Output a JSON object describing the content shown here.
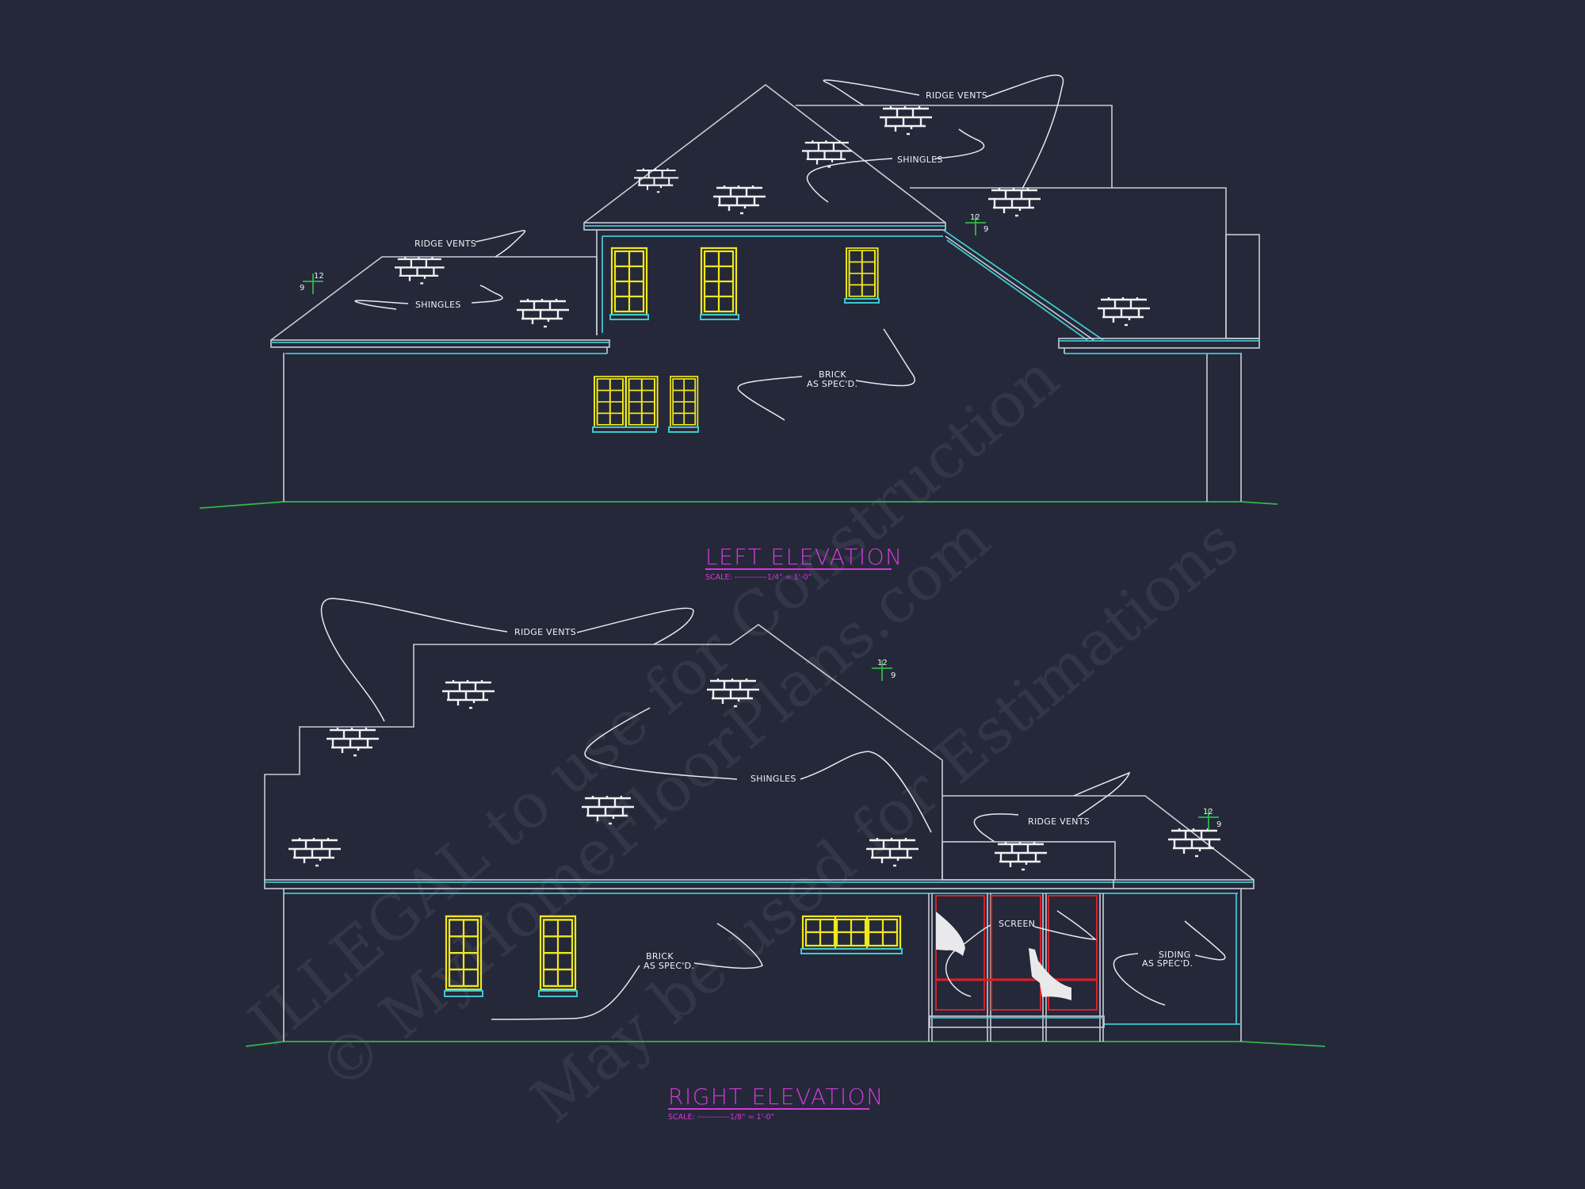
{
  "drawing": {
    "background_color": "#252839",
    "line_colors": {
      "outline": "#c9ccd6",
      "fascia": "#3fc6cf",
      "ground": "#2fb84a",
      "window": "#f0e81a",
      "screen_frame": "#d5202b",
      "title": "#d23ad8"
    }
  },
  "left_elevation": {
    "title": "LEFT ELEVATION",
    "scale_label": "SCALE: ------------1/4\" = 1'-0\"",
    "notes": {
      "ridge_vents_upper": "RIDGE VENTS",
      "shingles_upper": "SHINGLES",
      "ridge_vents_lower": "RIDGE VENTS",
      "shingles_lower": "SHINGLES",
      "brick_line1": "BRICK",
      "brick_line2": "AS SPEC'D."
    },
    "pitch_marks": [
      {
        "rise": "9",
        "run": "12"
      },
      {
        "rise": "9",
        "run": "12"
      }
    ],
    "windows": [
      {
        "type": "double-hung",
        "lites": "8"
      },
      {
        "type": "double-hung",
        "lites": "8"
      },
      {
        "type": "double-hung",
        "lites": "8",
        "size": "small"
      },
      {
        "type": "double-hung-pair",
        "lites": "16"
      },
      {
        "type": "double-hung",
        "lites": "8"
      }
    ]
  },
  "right_elevation": {
    "title": "RIGHT ELEVATION",
    "scale_label": "SCALE: ------------1/8\" = 1'-0\"",
    "notes": {
      "ridge_vents_upper": "RIDGE VENTS",
      "shingles": "SHINGLES",
      "ridge_vents_lower": "RIDGE VENTS",
      "brick_line1": "BRICK",
      "brick_line2": "AS SPEC'D.",
      "screen": "SCREEN",
      "siding_line1": "SIDING",
      "siding_line2": "AS SPEC'D."
    },
    "pitch_marks": [
      {
        "rise": "9",
        "run": "12"
      },
      {
        "rise": "9",
        "run": "12"
      }
    ],
    "windows": [
      {
        "type": "double-hung",
        "lites": "8"
      },
      {
        "type": "double-hung",
        "lites": "8"
      },
      {
        "type": "triple-casement",
        "lites": "12"
      }
    ],
    "screen_panels": 3
  },
  "watermark": {
    "line1": "© MyHomeFloorPlans.com",
    "line2": "ILLEGAL to use for Construction",
    "line3": "May be used for Estimations"
  }
}
